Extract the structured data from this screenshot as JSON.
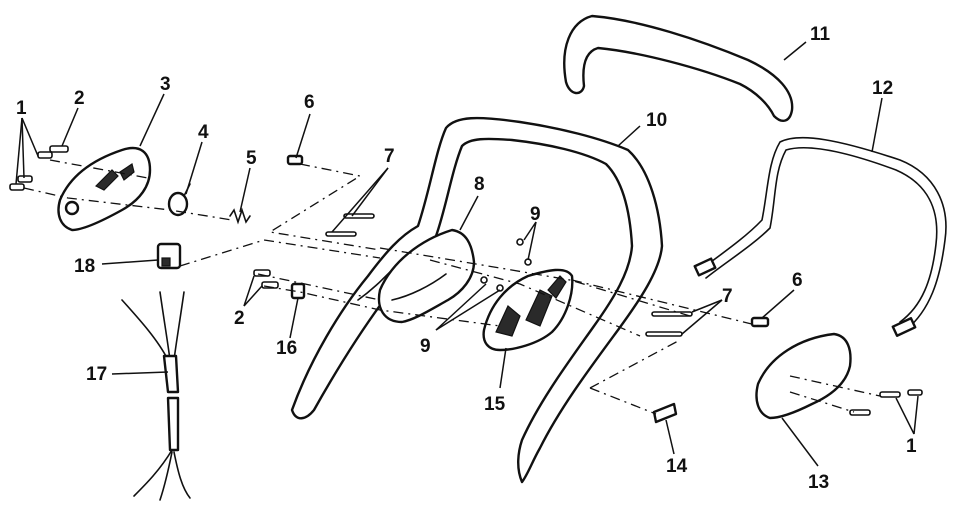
{
  "diagram": {
    "callouts": {
      "c1_left": "1",
      "c2_top": "2",
      "c3": "3",
      "c4": "4",
      "c5": "5",
      "c6_left": "6",
      "c7_left": "7",
      "c8": "8",
      "c9_top": "9",
      "c10": "10",
      "c11": "11",
      "c12": "12",
      "c18": "18",
      "c2_bottom": "2",
      "c16": "16",
      "c9_bottom": "9",
      "c7_right": "7",
      "c6_right": "6",
      "c17": "17",
      "c15": "15",
      "c14": "14",
      "c13": "13",
      "c1_right": "1"
    }
  }
}
